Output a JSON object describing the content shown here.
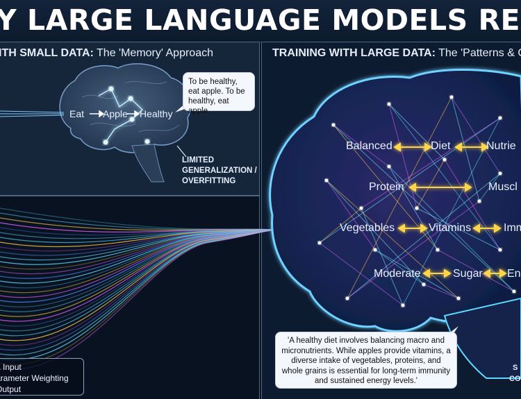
{
  "title": "Y LARGE LANGUAGE MODELS REQUIRE MASSIVE D",
  "small_panel": {
    "heading_bold": "ITH SMALL DATA:",
    "heading_rest": " The 'Memory' Approach",
    "chain": [
      "Eat",
      "Apple",
      "Healthy"
    ],
    "bubble": "To be healthy, eat apple. To be healthy, eat apple.",
    "limit_line1": "LIMITED",
    "limit_line2": "GENERALIZATION /",
    "limit_line3": "OVERFITTING"
  },
  "large_panel": {
    "heading_bold": "TRAINING WITH LARGE DATA:",
    "heading_rest": " The 'Patterns & C",
    "row1": [
      "Balanced",
      "Diet",
      "Nutrie"
    ],
    "row2": [
      "Protein",
      "Muscl"
    ],
    "row3": [
      "Vegetables",
      "Vitamins",
      "Imm"
    ],
    "row4": [
      "Moderate",
      "Sugar",
      "En"
    ],
    "quote": "'A healthy diet involves balancing macro and micronutrients. While apples provide vitamins, a diverse intake of vegetables, proteins, and whole grains is essential for long-term immunity and sustained energy levels.'",
    "cut_right1": "S",
    "cut_right2": "CO"
  },
  "flow_panel": {
    "line1": "a Input",
    "line2": "arameter Weighting",
    "line3": "Output"
  },
  "colors": {
    "title_bg": "#0c1a2d",
    "small_panel_bg": "#16263a",
    "large_panel_bg": "#0d1b30",
    "glow_cyan": "#5fd8ff",
    "glow_magenta": "#e062ff",
    "glow_gold": "#ffc94a",
    "arrow_gold": "#ffd54a",
    "text_white": "#ffffff"
  },
  "icons": [
    "brain-icon",
    "circuit-icon",
    "data-stream-icon",
    "arrow-icon"
  ]
}
